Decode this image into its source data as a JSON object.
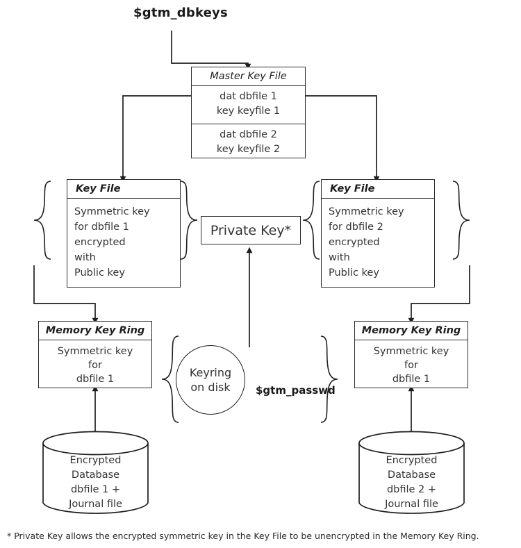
{
  "diagram": {
    "title_label": "$gtm_dbkeys",
    "passwd_label": "$gtm_passwd",
    "footnote": "* Private Key allows  the encrypted symmetric key in the Key File to be unencrypted in the Memory Key Ring.",
    "master_key_file": {
      "header": "Master Key File",
      "entries": [
        {
          "dat": "dat dbfile 1",
          "key": "key keyfile 1"
        },
        {
          "dat": "dat dbfile 2",
          "key": "key keyfile 2"
        }
      ]
    },
    "key_files": [
      {
        "header": "Key File",
        "lines": [
          "Symmetric key",
          "for dbfile 1",
          "encrypted",
          "with",
          "Public key"
        ]
      },
      {
        "header": "Key File",
        "lines": [
          "Symmetric key",
          "for dbfile 2",
          "encrypted",
          "with",
          "Public key"
        ]
      }
    ],
    "private_key": {
      "label": "Private Key*"
    },
    "memory_key_rings": [
      {
        "header": "Memory Key Ring",
        "lines": [
          "Symmetric key",
          "for",
          "dbfile 1"
        ]
      },
      {
        "header": "Memory Key Ring",
        "lines": [
          "Symmetric key",
          "for",
          "dbfile 1"
        ]
      }
    ],
    "keyring_disk": {
      "line1": "Keyring",
      "line2": "on disk"
    },
    "databases": [
      {
        "lines": [
          "Encrypted",
          "Database",
          "dbfile 1   +",
          "Journal file"
        ]
      },
      {
        "lines": [
          "Encrypted",
          "Database",
          "dbfile 2   +",
          "Journal file"
        ]
      }
    ],
    "colors": {
      "stroke": "#2b2b2b",
      "text": "#333333",
      "background": "#ffffff"
    }
  }
}
